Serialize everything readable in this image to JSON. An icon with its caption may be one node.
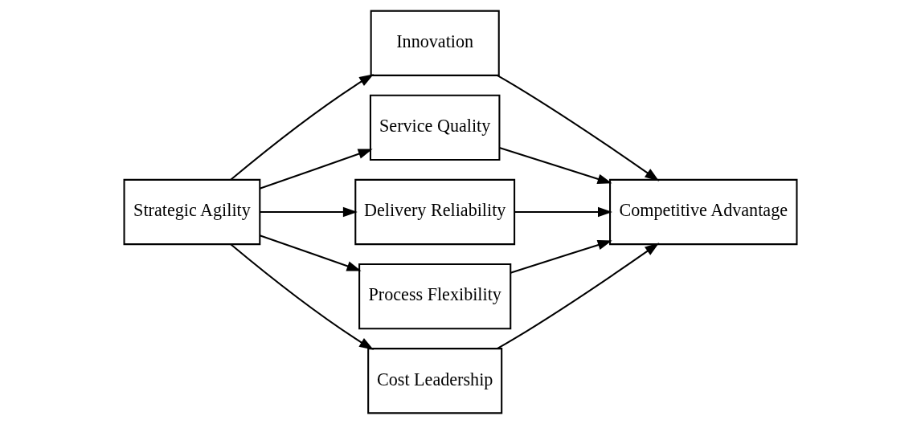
{
  "diagram": {
    "nodes": [
      {
        "text": [
          "Strategic Agility"
        ]
      },
      {
        "text": [
          "Innovation"
        ]
      },
      {
        "text": [
          "Service Quality"
        ]
      },
      {
        "text": [
          "Delivery Reliability"
        ]
      },
      {
        "text": [
          "Process Flexibility"
        ]
      },
      {
        "text": [
          "Cost Leadership"
        ]
      },
      {
        "text": [
          "Competitive Advantage"
        ]
      }
    ],
    "edges": [
      {
        "from": 0,
        "to": 1,
        "arrow": "to"
      },
      {
        "from": 0,
        "to": 2,
        "arrow": "to"
      },
      {
        "from": 0,
        "to": 3,
        "arrow": "to"
      },
      {
        "from": 0,
        "to": 4,
        "arrow": "to"
      },
      {
        "from": 0,
        "to": 5,
        "arrow": "to"
      },
      {
        "from": 1,
        "to": 6,
        "arrow": "to"
      },
      {
        "from": 2,
        "to": 6,
        "arrow": "to"
      },
      {
        "from": 3,
        "to": 6,
        "arrow": "to"
      },
      {
        "from": 4,
        "to": 6,
        "arrow": "to"
      },
      {
        "from": 5,
        "to": 6,
        "arrow": "to"
      }
    ]
  }
}
